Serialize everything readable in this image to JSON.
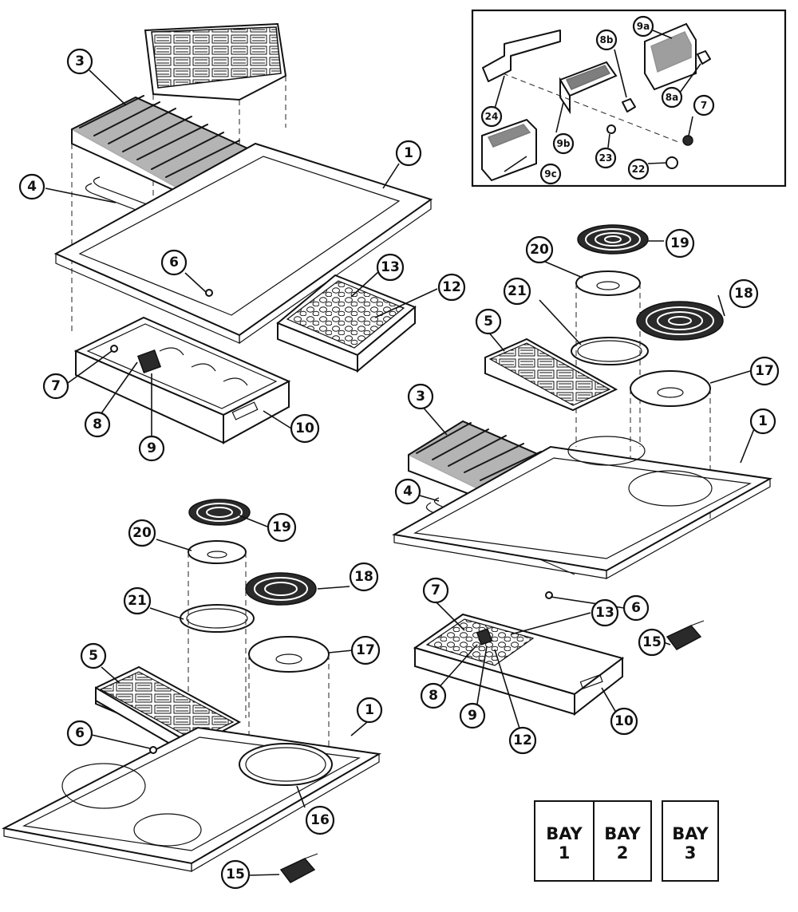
{
  "callouts": {
    "tl_3": "3",
    "tl_4": "4",
    "tl_1": "1",
    "tl_6": "6",
    "tl_13": "13",
    "tl_12": "12",
    "tl_7": "7",
    "tl_8": "8",
    "tl_9": "9",
    "tl_10": "10",
    "r_19": "19",
    "r_20": "20",
    "r_21": "21",
    "r_18": "18",
    "r_5": "5",
    "r_17": "17",
    "r_3": "3",
    "r_1": "1",
    "r_4": "4",
    "r_6": "6",
    "r_7": "7",
    "r_13": "13",
    "r_15": "15",
    "r_8": "8",
    "r_9": "9",
    "r_12": "12",
    "r_10": "10",
    "bl_19": "19",
    "bl_20": "20",
    "bl_18": "18",
    "bl_21": "21",
    "bl_17": "17",
    "bl_5": "5",
    "bl_1": "1",
    "bl_6": "6",
    "bl_16": "16",
    "bl_15": "15",
    "in_9a": "9a",
    "in_8b": "8b",
    "in_8a": "8a",
    "in_7": "7",
    "in_24": "24",
    "in_9b": "9b",
    "in_23": "23",
    "in_22": "22",
    "in_9c": "9c"
  },
  "bays": [
    {
      "word": "BAY",
      "num": "1"
    },
    {
      "word": "BAY",
      "num": "2"
    },
    {
      "word": "BAY",
      "num": "3"
    }
  ],
  "colors": {
    "line": "#111111",
    "background": "#ffffff"
  }
}
